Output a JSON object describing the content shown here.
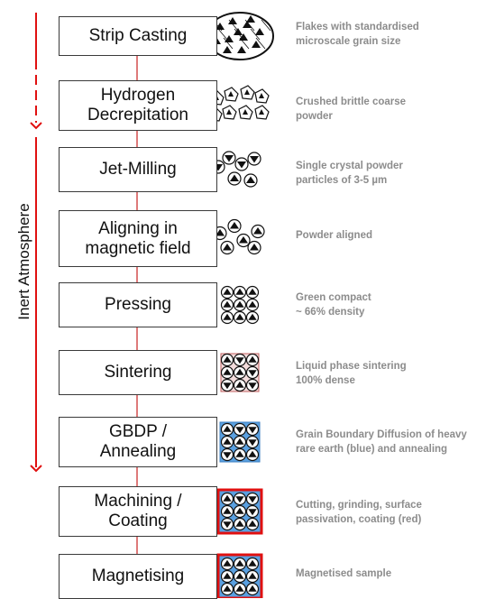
{
  "side_label": "Inert Atmosphere",
  "colors": {
    "arrow": "#e01010",
    "connector": "#d04040",
    "box_border": "#3a3a3a",
    "description": "#8c8c8c",
    "heavy_rare_earth": "#5aa0e0",
    "coating": "#e01010"
  },
  "steps": [
    {
      "title": "Strip Casting",
      "description": "Flakes with standardised\nmicroscale grain size",
      "icon": "flake-icon"
    },
    {
      "title": "Hydrogen\nDecrepitation",
      "description": "Crushed brittle coarse\npowder",
      "icon": "coarse-powder-icon"
    },
    {
      "title": "Jet-Milling",
      "description": "Single crystal powder\nparticles of 3-5 µm",
      "icon": "single-crystal-powder-icon"
    },
    {
      "title": "Aligning in\nmagnetic field",
      "description": "Powder aligned",
      "icon": "aligned-powder-icon"
    },
    {
      "title": "Pressing",
      "description": "Green compact\n~ 66% density",
      "icon": "green-compact-icon"
    },
    {
      "title": "Sintering",
      "description": "Liquid phase sintering\n100% dense",
      "icon": "sintered-block-icon"
    },
    {
      "title": "GBDP /\nAnnealing",
      "description": "Grain Boundary Diffusion of heavy\nrare earth (blue) and annealing",
      "icon": "gbdp-block-icon"
    },
    {
      "title": "Machining /\nCoating",
      "description": "Cutting, grinding, surface\npassivation, coating (red)",
      "icon": "coated-block-icon"
    },
    {
      "title": "Magnetising",
      "description": "Magnetised sample",
      "icon": "magnetised-block-icon"
    }
  ]
}
